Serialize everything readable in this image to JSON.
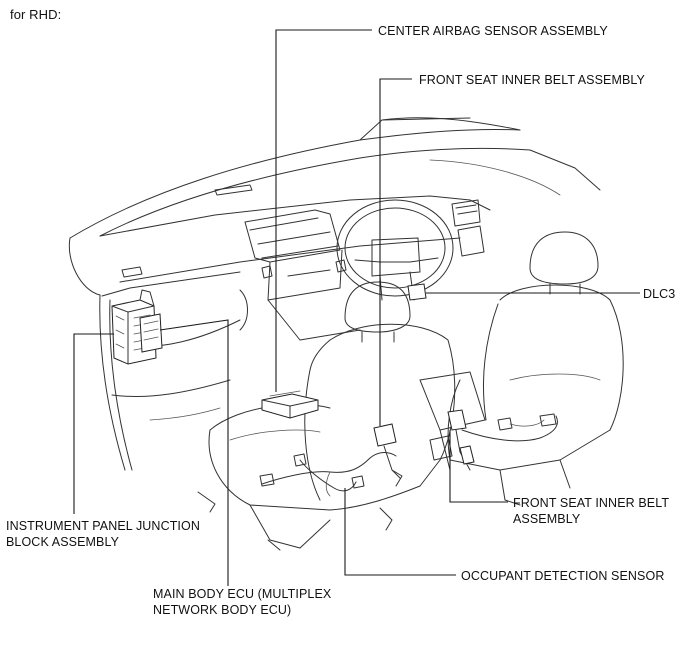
{
  "header": {
    "variant_label": "for RHD:"
  },
  "callouts": {
    "center_airbag_sensor": "CENTER AIRBAG SENSOR ASSEMBLY",
    "front_seat_inner_belt_upper": "FRONT SEAT INNER BELT ASSEMBLY",
    "dlc3": "DLC3",
    "front_seat_inner_belt_lower_line1": "FRONT SEAT INNER BELT",
    "front_seat_inner_belt_lower_line2": "ASSEMBLY",
    "instrument_panel_jb_line1": "INSTRUMENT PANEL JUNCTION",
    "instrument_panel_jb_line2": "BLOCK ASSEMBLY",
    "main_body_ecu_line1": "MAIN BODY ECU (MULTIPLEX",
    "main_body_ecu_line2": "NETWORK BODY ECU)",
    "occupant_detection_sensor": "OCCUPANT DETECTION SENSOR"
  }
}
